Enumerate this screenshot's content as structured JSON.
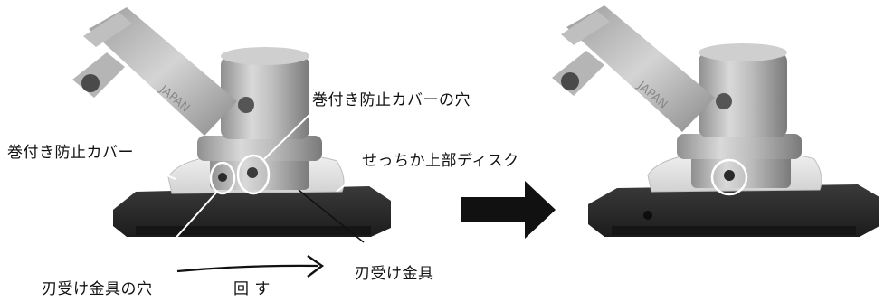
{
  "labels": {
    "guard_cover": "巻付き防止カバー",
    "guard_cover_hole": "巻付き防止カバーの穴",
    "upper_disk": "せっちか上部ディスク",
    "blade_holder": "刃受け金具",
    "blade_holder_hole": "刃受け金具の穴",
    "rotate": "回 す"
  },
  "engraving": "JAPAN",
  "colors": {
    "metal_light": "#cfcfcf",
    "metal_mid": "#a9a9a9",
    "metal_dark": "#6a6a6a",
    "disk": "#2b2b2b",
    "cover": "#e6e6e6",
    "callout": "#ffffff",
    "arrow": "#111111"
  },
  "icons": {
    "transition_arrow": "right-arrow-icon"
  }
}
